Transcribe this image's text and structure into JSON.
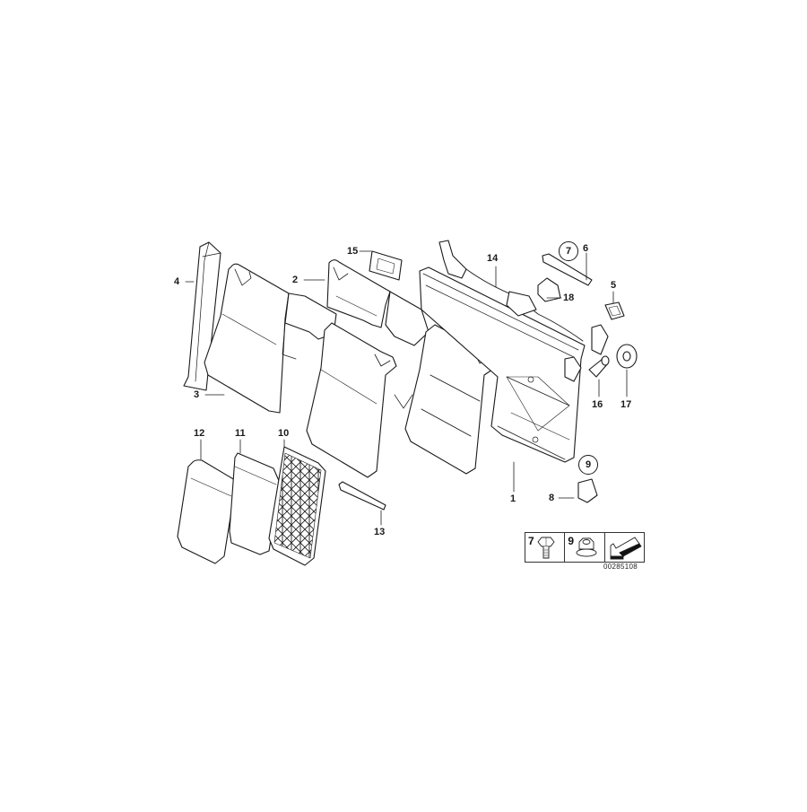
{
  "diagram": {
    "type": "exploded parts diagram",
    "subject": "Rear seat backrest assembly",
    "diagram_id": "00285108",
    "line_color": "#1a1a1a",
    "background": "#ffffff"
  },
  "callouts": [
    {
      "number": "1",
      "circled": false
    },
    {
      "number": "2",
      "circled": false
    },
    {
      "number": "3",
      "circled": false
    },
    {
      "number": "4",
      "circled": false
    },
    {
      "number": "5",
      "circled": false
    },
    {
      "number": "6",
      "circled": false
    },
    {
      "number": "7",
      "circled": true
    },
    {
      "number": "8",
      "circled": false
    },
    {
      "number": "9",
      "circled": true
    },
    {
      "number": "10",
      "circled": false
    },
    {
      "number": "11",
      "circled": false
    },
    {
      "number": "12",
      "circled": false
    },
    {
      "number": "13",
      "circled": false
    },
    {
      "number": "14",
      "circled": false
    },
    {
      "number": "15",
      "circled": false
    },
    {
      "number": "16",
      "circled": false
    },
    {
      "number": "17",
      "circled": false
    },
    {
      "number": "18",
      "circled": false
    }
  ],
  "legend": {
    "cells": [
      {
        "number": "7",
        "icon": "hex-bolt-icon"
      },
      {
        "number": "9",
        "icon": "flange-nut-icon"
      },
      {
        "number": "",
        "icon": "direction-arrow-icon"
      }
    ]
  }
}
